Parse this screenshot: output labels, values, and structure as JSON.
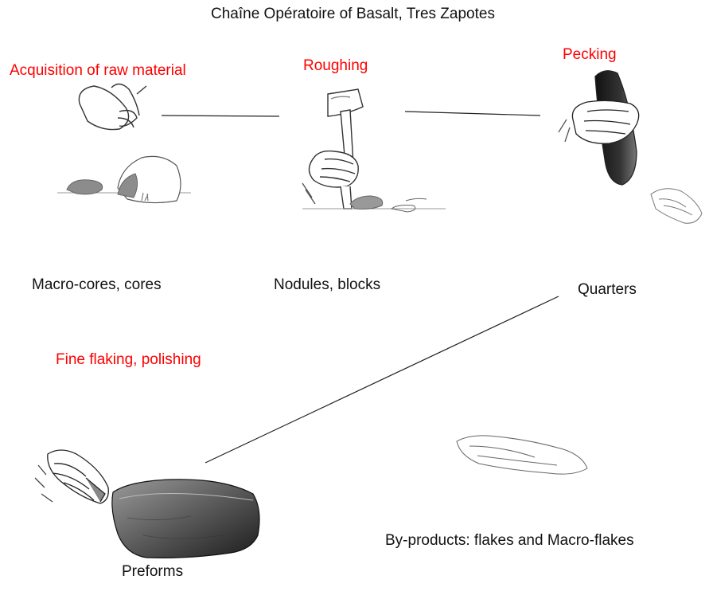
{
  "title": "Chaîne Opératoire of Basalt, Tres Zapotes",
  "stages": {
    "acquisition": "Acquisition of raw material",
    "roughing": "Roughing",
    "pecking": "Pecking",
    "fine_flaking": "Fine flaking, polishing"
  },
  "products": {
    "macro_cores": "Macro-cores, cores",
    "nodules": "Nodules, blocks",
    "quarters": "Quarters",
    "by_products": "By-products: flakes and Macro-flakes",
    "preforms": "Preforms"
  },
  "colors": {
    "stage_text": "#ff0000",
    "product_text": "#111111",
    "connector": "#222222"
  },
  "icons": {
    "acquisition": "hand-holding-stone-icon",
    "roughing": "hand-axe-icon",
    "pecking": "hand-pecking-stone-icon",
    "fine_flaking": "hand-hammerstone-icon",
    "by_products": "flake-icon",
    "preforms": "preform-block-icon"
  }
}
